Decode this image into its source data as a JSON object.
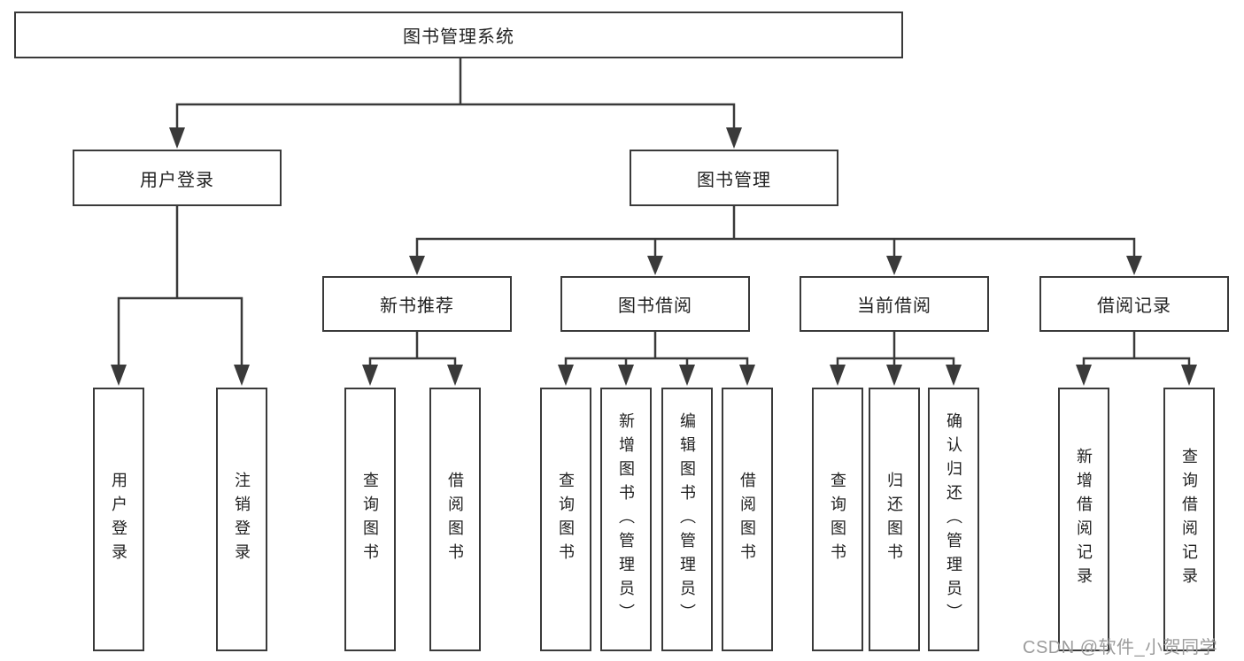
{
  "diagram": {
    "type": "tree",
    "title": "图书管理系统",
    "colors": {
      "line": "#3a3a3a",
      "box_border": "#3a3a3a",
      "text": "#222222",
      "background": "#ffffff",
      "watermark": "#9c9c9c"
    },
    "root": {
      "label": "图书管理系统"
    },
    "branches": [
      {
        "label": "用户登录",
        "children": [
          {
            "label": "用户登录"
          },
          {
            "label": "注销登录"
          }
        ]
      },
      {
        "label": "图书管理",
        "children": [
          {
            "label": "新书推荐",
            "children": [
              {
                "label": "查询图书"
              },
              {
                "label": "借阅图书"
              }
            ]
          },
          {
            "label": "图书借阅",
            "children": [
              {
                "label": "查询图书"
              },
              {
                "label": "新增图书（管理员）"
              },
              {
                "label": "编辑图书（管理员）"
              },
              {
                "label": "借阅图书"
              }
            ]
          },
          {
            "label": "当前借阅",
            "children": [
              {
                "label": "查询图书"
              },
              {
                "label": "归还图书"
              },
              {
                "label": "确认归还（管理员）"
              }
            ]
          },
          {
            "label": "借阅记录",
            "children": [
              {
                "label": "新增借阅记录"
              },
              {
                "label": "查询借阅记录"
              }
            ]
          }
        ]
      }
    ],
    "watermark": "CSDN @软件_小贺同学"
  }
}
